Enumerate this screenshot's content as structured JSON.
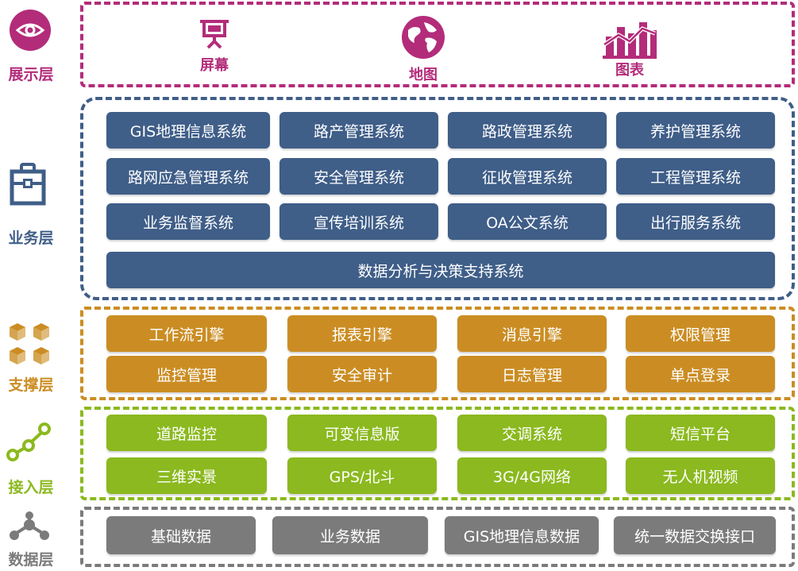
{
  "layers": {
    "display": {
      "label": "展示层",
      "color": "#b32c7a",
      "items": [
        {
          "label": "屏幕",
          "icon": "projector-screen-icon"
        },
        {
          "label": "地图",
          "icon": "globe-icon"
        },
        {
          "label": "图表",
          "icon": "bar-chart-icon"
        }
      ]
    },
    "business": {
      "label": "业务层",
      "color": "#3f5e88",
      "icon": "briefcase-icon",
      "rows": [
        [
          "GIS地理信息系统",
          "路产管理系统",
          "路政管理系统",
          "养护管理系统"
        ],
        [
          "路网应急管理系统",
          "安全管理系统",
          "征收管理系统",
          "工程管理系统"
        ],
        [
          "业务监督系统",
          "宣传培训系统",
          "OA公文系统",
          "出行服务系统"
        ]
      ],
      "wide": "数据分析与决策支持系统"
    },
    "support": {
      "label": "支撑层",
      "color": "#cb8d23",
      "icon": "cubes-icon",
      "rows": [
        [
          "工作流引擎",
          "报表引擎",
          "消息引擎",
          "权限管理"
        ],
        [
          "监控管理",
          "安全审计",
          "日志管理",
          "单点登录"
        ]
      ]
    },
    "access": {
      "label": "接入层",
      "color": "#8bb91f",
      "icon": "connected-nodes-icon",
      "rows": [
        [
          "道路监控",
          "可变信息版",
          "交调系统",
          "短信平台"
        ],
        [
          "三维实景",
          "GPS/北斗",
          "3G/4G网络",
          "无人机视频"
        ]
      ]
    },
    "data": {
      "label": "数据层",
      "color": "#7b7b7b",
      "icon": "hub-network-icon",
      "items": [
        "基础数据",
        "业务数据",
        "GIS地理信息数据",
        "统一数据交换接口"
      ]
    }
  }
}
